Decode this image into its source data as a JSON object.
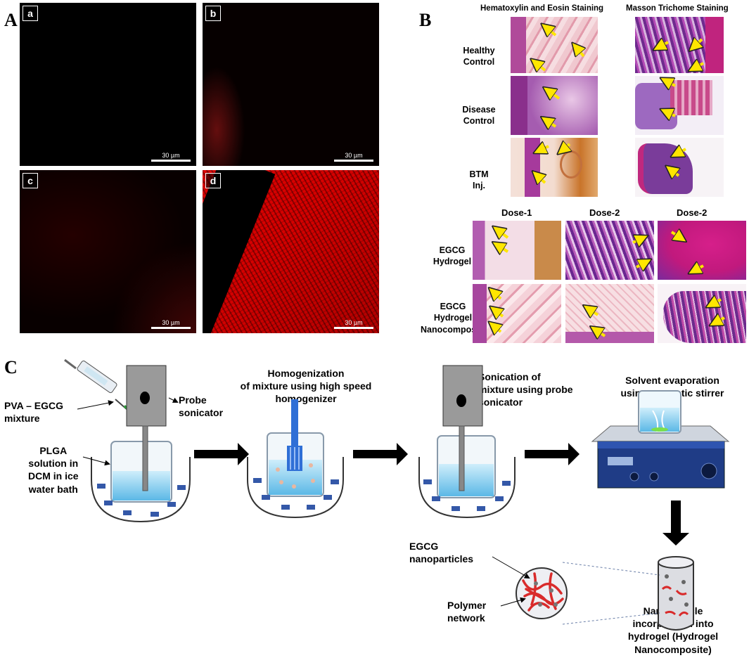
{
  "panelA": {
    "letter": "A",
    "images": [
      {
        "id": "a",
        "scale": "30 µm"
      },
      {
        "id": "b",
        "scale": "30 µm"
      },
      {
        "id": "c",
        "scale": "30 µm"
      },
      {
        "id": "d",
        "scale": "30 µm"
      }
    ]
  },
  "panelB": {
    "letter": "B",
    "col_headers": [
      "Hematoxylin and Eosin Staining",
      "Masson Trichome Staining"
    ],
    "row_labels": [
      "Healthy\nControl",
      "Disease\nControl",
      "BTM\nInj."
    ],
    "dose_headers": [
      "Dose-1",
      "Dose-2",
      "Dose-2"
    ],
    "lower_row_labels": [
      "EGCG\nHydrogel",
      "EGCG\nHydrogel\nNanocomposite"
    ]
  },
  "panelC": {
    "letter": "C",
    "pva_label": "PVA – EGCG\nmixture",
    "probe_label": "Probe\nsonicator",
    "plga_label": "PLGA\nsolution in\nDCM in ice\nwater bath",
    "homogenization_label": "Homogenization\nof mixture using high speed\nhomogenizer",
    "sonication_label": "Sonication of\nmixture using probe\nsonicator",
    "evaporation_label": "Solvent evaporation\nusing magnetic stirrer",
    "np_label": "EGCG\nnanoparticles",
    "polymer_label": "Polymer\nnetwork",
    "final_label": "Nanoparticle\nincorporated into\nhydrogel (Hydrogel\nNanocomposite)"
  }
}
